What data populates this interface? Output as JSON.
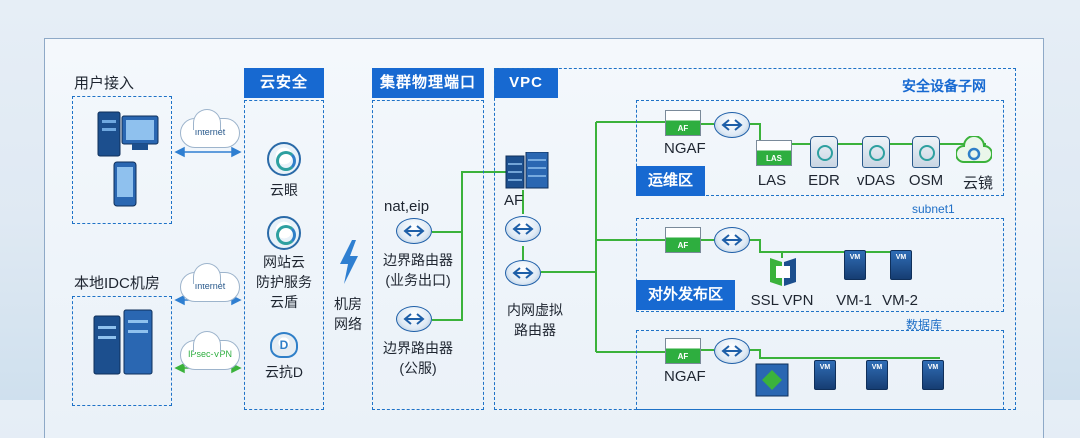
{
  "left": {
    "user_access": "用户接入",
    "local_idc": "本地IDC机房",
    "internet_1": "Internet",
    "internet_2": "Internet",
    "ipsec": "IPsec-VPN"
  },
  "cloud_security": {
    "header": "云安全",
    "items": [
      "云眼",
      "网站云",
      "防护服务",
      "云盾",
      "云抗D"
    ],
    "anti_d_glyph": "D"
  },
  "room_network": [
    "机房",
    "网络"
  ],
  "cluster": {
    "header": "集群物理端口",
    "nat_eip": "nat,eip",
    "edge_router_1": [
      "边界路由器",
      "(业务出口)"
    ],
    "edge_router_2": [
      "边界路由器",
      "(公服)"
    ]
  },
  "vpc": {
    "header": "VPC",
    "af": "AF",
    "inner_router": [
      "内网虚拟",
      "路由器"
    ]
  },
  "security_subnet": {
    "title": "安全设备子网",
    "ops_zone": "运维区",
    "subnet_label": "subnet1",
    "ngaf_top": "NGAF",
    "ngaf_bottom": "NGAF",
    "badge_af": "AF",
    "badge_las": "LAS",
    "devices": [
      "LAS",
      "EDR",
      "vDAS",
      "OSM",
      "云镜"
    ]
  },
  "publish_zone": {
    "title": "对外发布区",
    "db_label": "数据库",
    "devices": [
      "SSL VPN",
      "VM-1",
      "VM-2"
    ],
    "vm_badge": "VM"
  },
  "colors": {
    "accent_blue": "#1769d1",
    "link_green": "#3bb23b",
    "arrow_blue": "#2f7fd1"
  }
}
